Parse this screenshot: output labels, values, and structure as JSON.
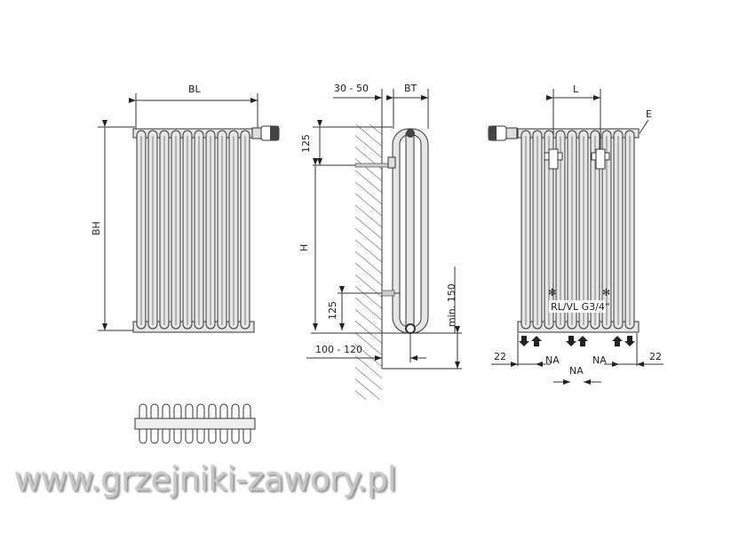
{
  "front_view": {
    "width_label": "BL",
    "height_label": "BH",
    "tube_count": 10
  },
  "side_view": {
    "wall_gap": "30 - 50",
    "depth_label": "BT",
    "top_offset": "125",
    "height_label": "H",
    "bottom_offset": "125",
    "floor_clearance": "min. 150",
    "bottom_offset_horizontal": "100 - 120"
  },
  "rear_view": {
    "connection_distance": "L",
    "vent_label": "E",
    "connection_spec": "RL/VL G3/4“",
    "edge_left": "22",
    "edge_right": "22",
    "na_left": "NA",
    "na_middle": "NA",
    "na_right": "NA"
  },
  "watermark": "www.grzejniki-zawory.pl",
  "colors": {
    "line": "#333333",
    "tube_fill": "#e6e6e6",
    "watermark": "#c8c8c8"
  }
}
